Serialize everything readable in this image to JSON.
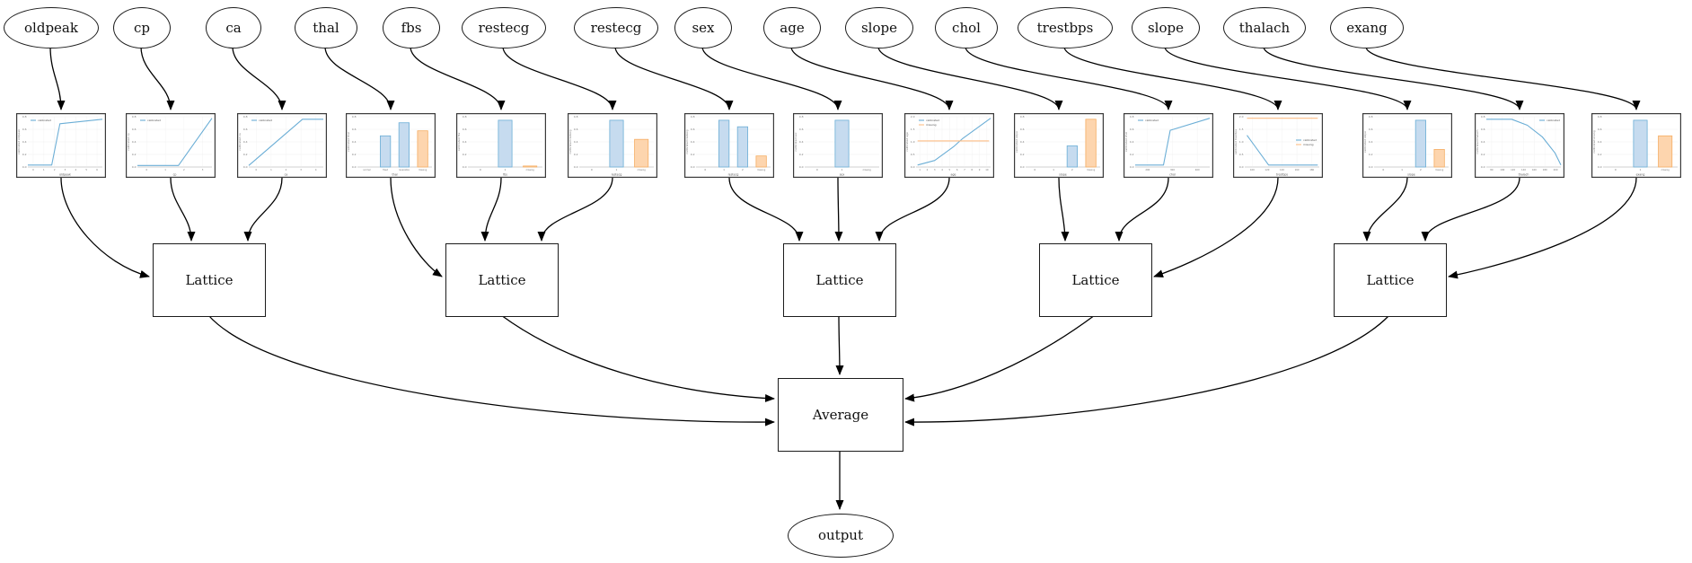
{
  "diagram": {
    "features": [
      {
        "label": "oldpeak"
      },
      {
        "label": "cp"
      },
      {
        "label": "ca"
      },
      {
        "label": "thal"
      },
      {
        "label": "fbs"
      },
      {
        "label": "restecg"
      },
      {
        "label": "restecg"
      },
      {
        "label": "sex"
      },
      {
        "label": "age"
      },
      {
        "label": "slope"
      },
      {
        "label": "chol"
      },
      {
        "label": "trestbps"
      },
      {
        "label": "slope"
      },
      {
        "label": "thalach"
      },
      {
        "label": "exang"
      }
    ],
    "lattices": [
      {
        "label": "Lattice"
      },
      {
        "label": "Lattice"
      },
      {
        "label": "Lattice"
      },
      {
        "label": "Lattice"
      },
      {
        "label": "Lattice"
      }
    ],
    "average": {
      "label": "Average"
    },
    "output": {
      "label": "output"
    }
  },
  "colors": {
    "blue_line": "#6baed6",
    "orange_line": "#fdbe85",
    "blue_fill": "#c6dbef",
    "blue_edge": "#6baed6",
    "orange_fill": "#fdd5ae",
    "orange_edge": "#f5ad63",
    "edge_stroke": "#000000",
    "frame": "#3a3a3a",
    "grid": "#ebebeb",
    "tick_text": "#777777"
  },
  "chart_data": [
    {
      "type": "line",
      "feature": "oldpeak",
      "xlabel": "oldpeak",
      "ylabel": "calibrated oldpeak",
      "xticks": [
        "0",
        "1",
        "2",
        "3",
        "4",
        "5",
        "6"
      ],
      "yticks": [
        "0.0",
        "0.2",
        "0.4",
        "0.6",
        "0.8"
      ],
      "legend": [
        {
          "label": "calibrated",
          "color": "blue"
        }
      ],
      "legend_pos": "tl",
      "series": [
        {
          "name": "calibrated",
          "color": "blue",
          "points": [
            [
              0,
              0.04
            ],
            [
              0.32,
              0.04
            ],
            [
              0.43,
              0.86
            ],
            [
              1,
              0.95
            ]
          ]
        }
      ]
    },
    {
      "type": "line",
      "feature": "cp",
      "xlabel": "cp",
      "ylabel": "calibrated cp",
      "xticks": [
        "0",
        "1",
        "2",
        "3"
      ],
      "yticks": [
        "0.0",
        "0.2",
        "0.4",
        "0.6",
        "0.8"
      ],
      "legend": [
        {
          "label": "calibrated",
          "color": "blue"
        }
      ],
      "legend_pos": "tl",
      "series": [
        {
          "name": "calibrated",
          "color": "blue",
          "points": [
            [
              0,
              0.03
            ],
            [
              0.55,
              0.03
            ],
            [
              1,
              0.97
            ]
          ]
        }
      ]
    },
    {
      "type": "line",
      "feature": "ca",
      "xlabel": "ca",
      "ylabel": "calibrated ca",
      "xticks": [
        "0",
        "1",
        "2",
        "3",
        "4"
      ],
      "yticks": [
        "0.0",
        "0.2",
        "0.4",
        "0.6",
        "0.8"
      ],
      "legend": [
        {
          "label": "calibrated",
          "color": "blue"
        }
      ],
      "legend_pos": "tl",
      "series": [
        {
          "name": "calibrated",
          "color": "blue",
          "points": [
            [
              0,
              0.03
            ],
            [
              0.72,
              0.95
            ],
            [
              1,
              0.95
            ]
          ]
        }
      ]
    },
    {
      "type": "bar",
      "feature": "thal",
      "xlabel": "thal",
      "ylabel": "calibrated thal",
      "yticks": [
        "0.0",
        "0.2",
        "0.4",
        "0.6",
        "0.8"
      ],
      "categories": [
        "normal",
        "fixed",
        "reversible",
        "missing"
      ],
      "values": [
        0,
        0.62,
        0.88,
        0.72
      ],
      "bar_colors": [
        "blue",
        "blue",
        "blue",
        "orange"
      ]
    },
    {
      "type": "bar",
      "feature": "fbs",
      "xlabel": "fbs",
      "ylabel": "calibrated fbs",
      "yticks": [
        "0.0",
        "0.2",
        "0.4",
        "0.6",
        "0.8"
      ],
      "categories": [
        "0",
        "1",
        "missing"
      ],
      "values": [
        0,
        0.93,
        0.02
      ],
      "bar_colors": [
        "blue",
        "blue",
        "orange"
      ]
    },
    {
      "type": "bar",
      "feature": "restecg",
      "xlabel": "restecg",
      "ylabel": "calibrated restecg",
      "yticks": [
        "0.0",
        "0.2",
        "0.4",
        "0.6",
        "0.8"
      ],
      "categories": [
        "0",
        "1",
        "missing"
      ],
      "values": [
        0,
        0.93,
        0.55
      ],
      "bar_colors": [
        "blue",
        "blue",
        "orange"
      ]
    },
    {
      "type": "bar",
      "feature": "restecg",
      "xlabel": "restecg",
      "ylabel": "calibrated restecg",
      "yticks": [
        "0.0",
        "0.2",
        "0.4",
        "0.6",
        "0.8"
      ],
      "categories": [
        "0",
        "1",
        "2",
        "missing"
      ],
      "values": [
        0,
        0.93,
        0.8,
        0.22
      ],
      "bar_colors": [
        "blue",
        "blue",
        "blue",
        "orange"
      ]
    },
    {
      "type": "bar",
      "feature": "sex",
      "xlabel": "sex",
      "ylabel": "calibrated sex",
      "yticks": [
        "0.0",
        "0.2",
        "0.4",
        "0.6",
        "0.8"
      ],
      "categories": [
        "0",
        "1",
        "missing"
      ],
      "values": [
        0,
        0.93,
        0
      ],
      "bar_colors": [
        "blue",
        "blue",
        "orange"
      ]
    },
    {
      "type": "line",
      "feature": "age",
      "xlabel": "age",
      "ylabel": "calibrated age",
      "xticks": [
        "1",
        "2",
        "3",
        "4",
        "5",
        "6",
        "7",
        "8",
        "9",
        "10"
      ],
      "yticks": [
        "0.0",
        "0.5",
        "1.0",
        "1.5",
        "2.0"
      ],
      "legend": [
        {
          "label": "calibrated",
          "color": "blue"
        },
        {
          "label": "missing",
          "color": "orange"
        }
      ],
      "legend_pos": "tl",
      "series": [
        {
          "name": "calibrated",
          "color": "blue",
          "points": [
            [
              0.02,
              0.04
            ],
            [
              0.25,
              0.13
            ],
            [
              0.5,
              0.4
            ],
            [
              0.62,
              0.56
            ],
            [
              1,
              0.97
            ]
          ]
        },
        {
          "name": "missing",
          "color": "orange",
          "points": [
            [
              0.02,
              0.52
            ],
            [
              0.98,
              0.52
            ]
          ]
        }
      ]
    },
    {
      "type": "bar",
      "feature": "slope",
      "xlabel": "slope",
      "ylabel": "calibrated slope",
      "yticks": [
        "0.0",
        "0.2",
        "0.4",
        "0.6",
        "0.8"
      ],
      "categories": [
        "0",
        "1",
        "2",
        "missing"
      ],
      "values": [
        0,
        0,
        0.42,
        0.95
      ],
      "bar_colors": [
        "blue",
        "blue",
        "blue",
        "orange"
      ]
    },
    {
      "type": "line",
      "feature": "chol",
      "xlabel": "chol",
      "ylabel": "calibrated chol",
      "xticks": [
        "200",
        "300",
        "400"
      ],
      "yticks": [
        "0.0",
        "0.2",
        "0.4",
        "0.6",
        "0.8"
      ],
      "legend": [
        {
          "label": "calibrated",
          "color": "blue"
        }
      ],
      "legend_pos": "tl",
      "series": [
        {
          "name": "calibrated",
          "color": "blue",
          "points": [
            [
              0,
              0.04
            ],
            [
              0.38,
              0.04
            ],
            [
              0.47,
              0.73
            ],
            [
              1,
              0.97
            ]
          ]
        }
      ]
    },
    {
      "type": "line",
      "feature": "trestbps",
      "xlabel": "trestbps",
      "ylabel": "calibrated trestbps",
      "xticks": [
        "100",
        "120",
        "140",
        "160",
        "180"
      ],
      "yticks": [
        "0.0",
        "0.5",
        "1.0",
        "1.5",
        "2.0"
      ],
      "legend": [
        {
          "label": "calibrated",
          "color": "blue"
        },
        {
          "label": "missing",
          "color": "orange"
        }
      ],
      "legend_pos": "rc",
      "series": [
        {
          "name": "calibrated",
          "color": "blue",
          "points": [
            [
              0.03,
              0.63
            ],
            [
              0.32,
              0.04
            ],
            [
              0.98,
              0.04
            ]
          ]
        },
        {
          "name": "missing",
          "color": "orange",
          "points": [
            [
              0.03,
              0.97
            ],
            [
              0.98,
              0.97
            ]
          ]
        }
      ]
    },
    {
      "type": "bar",
      "feature": "slope",
      "xlabel": "slope",
      "ylabel": "calibrated slope",
      "yticks": [
        "0.0",
        "0.2",
        "0.4",
        "0.6",
        "0.8"
      ],
      "categories": [
        "0",
        "1",
        "2",
        "missing"
      ],
      "values": [
        0,
        0,
        0.93,
        0.35
      ],
      "bar_colors": [
        "blue",
        "blue",
        "blue",
        "orange"
      ]
    },
    {
      "type": "line",
      "feature": "thalach",
      "xlabel": "thalach",
      "ylabel": "calibrated thalach",
      "xticks": [
        "80",
        "100",
        "120",
        "140",
        "160",
        "180",
        "200"
      ],
      "yticks": [
        "0.0",
        "0.2",
        "0.4",
        "0.6",
        "0.8"
      ],
      "legend": [
        {
          "label": "calibrated",
          "color": "blue"
        }
      ],
      "legend_pos": "tr",
      "series": [
        {
          "name": "calibrated",
          "color": "blue",
          "points": [
            [
              0,
              0.95
            ],
            [
              0.34,
              0.95
            ],
            [
              0.55,
              0.83
            ],
            [
              0.75,
              0.6
            ],
            [
              0.92,
              0.28
            ],
            [
              1,
              0.04
            ]
          ]
        }
      ]
    },
    {
      "type": "bar",
      "feature": "exang",
      "xlabel": "exang",
      "ylabel": "calibrated exang",
      "yticks": [
        "0.0",
        "0.2",
        "0.4",
        "0.6",
        "0.8"
      ],
      "categories": [
        "0",
        "1",
        "missing"
      ],
      "values": [
        0,
        0.93,
        0.62
      ],
      "bar_colors": [
        "blue",
        "blue",
        "orange"
      ]
    }
  ]
}
